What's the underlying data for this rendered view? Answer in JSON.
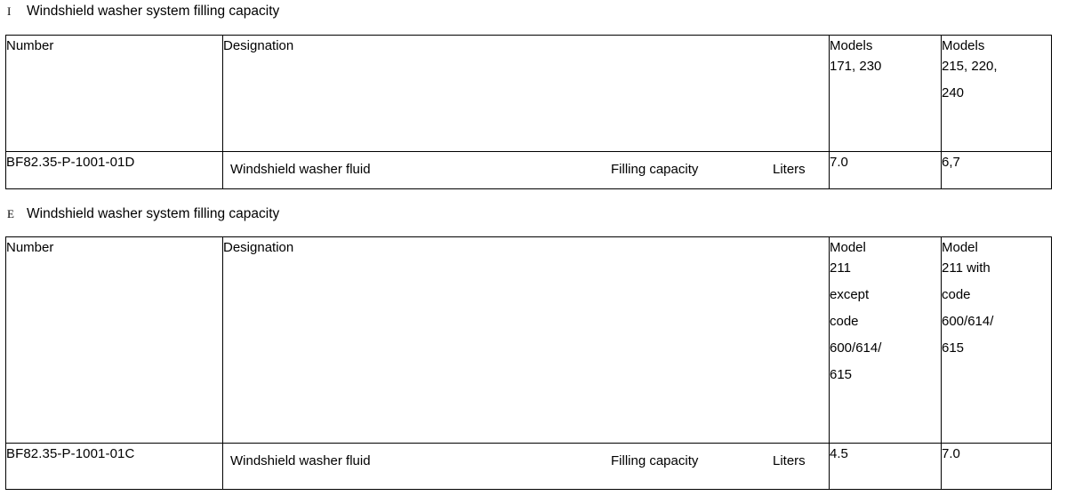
{
  "sections": [
    {
      "marker": "I",
      "title": "Windshield washer system filling capacity",
      "table": {
        "headers": {
          "number": "Number",
          "designation": "Designation",
          "value_col_1": [
            "Models",
            "171, 230"
          ],
          "value_col_2": [
            "Models",
            "215, 220,",
            "240"
          ]
        },
        "rows": [
          {
            "number": "BF82.35-P-1001-01D",
            "designation": "Windshield washer fluid",
            "property": "Filling capacity",
            "unit": "Liters",
            "value_1": "7.0",
            "value_2": "6,7"
          }
        ]
      }
    },
    {
      "marker": "E",
      "title": "Windshield washer system filling capacity",
      "table": {
        "headers": {
          "number": "Number",
          "designation": "Designation",
          "value_col_1": [
            "Model",
            "211",
            "except",
            "code",
            "600/614/",
            "615"
          ],
          "value_col_2": [
            "Model",
            "211 with",
            "code",
            "600/614/",
            "615"
          ]
        },
        "rows": [
          {
            "number": "BF82.35-P-1001-01C",
            "designation": "Windshield washer fluid",
            "property": "Filling capacity",
            "unit": "Liters",
            "value_1": "4.5",
            "value_2": "7.0"
          }
        ]
      }
    }
  ],
  "colors": {
    "text": "#000000",
    "background": "#ffffff",
    "border": "#000000"
  }
}
